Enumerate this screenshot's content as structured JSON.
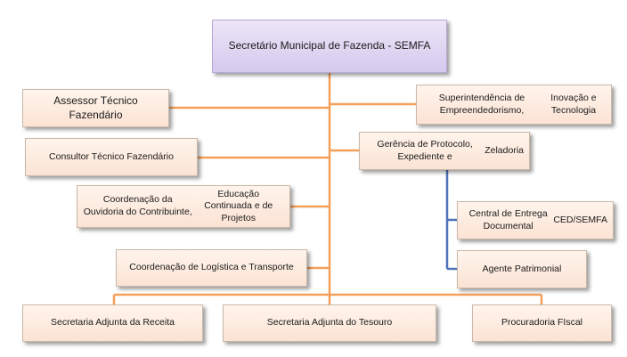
{
  "chart_data": {
    "type": "diagram",
    "nodes": [
      {
        "id": "semfa",
        "label": "Secretário Municipal de Fazenda -  SEMFA",
        "color": "#d9cdef"
      },
      {
        "id": "assessor",
        "label": "Assessor Técnico Fazendário",
        "color": "#fde8da"
      },
      {
        "id": "consultor",
        "label": "Consultor Técnico Fazendário",
        "color": "#fde8da"
      },
      {
        "id": "ouvidoria",
        "label": "Coordenação da Ouvidoria do Contribuinte,\nEducação Continuada e de Projetos",
        "color": "#fde8da"
      },
      {
        "id": "logistica",
        "label": "Coordenação de Logística e Transporte",
        "color": "#fde8da"
      },
      {
        "id": "superintendencia",
        "label": "Superintendência de Empreendedorismo,\nInovação e Tecnologia",
        "color": "#fde8da"
      },
      {
        "id": "gerencia",
        "label": "Gerência de Protocolo, Expediente e\nZeladoria",
        "color": "#fde8da"
      },
      {
        "id": "central",
        "label": "Central de Entrega Documental\nCED/SEMFA",
        "color": "#fde8da"
      },
      {
        "id": "agente",
        "label": "Agente Patrimonial",
        "color": "#fde8da"
      },
      {
        "id": "receita",
        "label": "Secretaria Adjunta da Receita",
        "color": "#fde8da"
      },
      {
        "id": "tesouro",
        "label": "Secretaria Adjunta  do Tesouro",
        "color": "#fde8da"
      },
      {
        "id": "procuradoria",
        "label": "Procuradoria FIscal",
        "color": "#fde8da"
      }
    ],
    "edges": [
      {
        "from": "semfa",
        "to": "assessor"
      },
      {
        "from": "semfa",
        "to": "consultor"
      },
      {
        "from": "semfa",
        "to": "ouvidoria"
      },
      {
        "from": "semfa",
        "to": "logistica"
      },
      {
        "from": "semfa",
        "to": "superintendencia"
      },
      {
        "from": "semfa",
        "to": "gerencia"
      },
      {
        "from": "gerencia",
        "to": "central"
      },
      {
        "from": "gerencia",
        "to": "agente"
      },
      {
        "from": "semfa",
        "to": "receita"
      },
      {
        "from": "semfa",
        "to": "tesouro"
      },
      {
        "from": "semfa",
        "to": "procuradoria"
      }
    ],
    "colors": {
      "connector": "#f5a05a",
      "sub_connector": "#4f72b8"
    }
  }
}
